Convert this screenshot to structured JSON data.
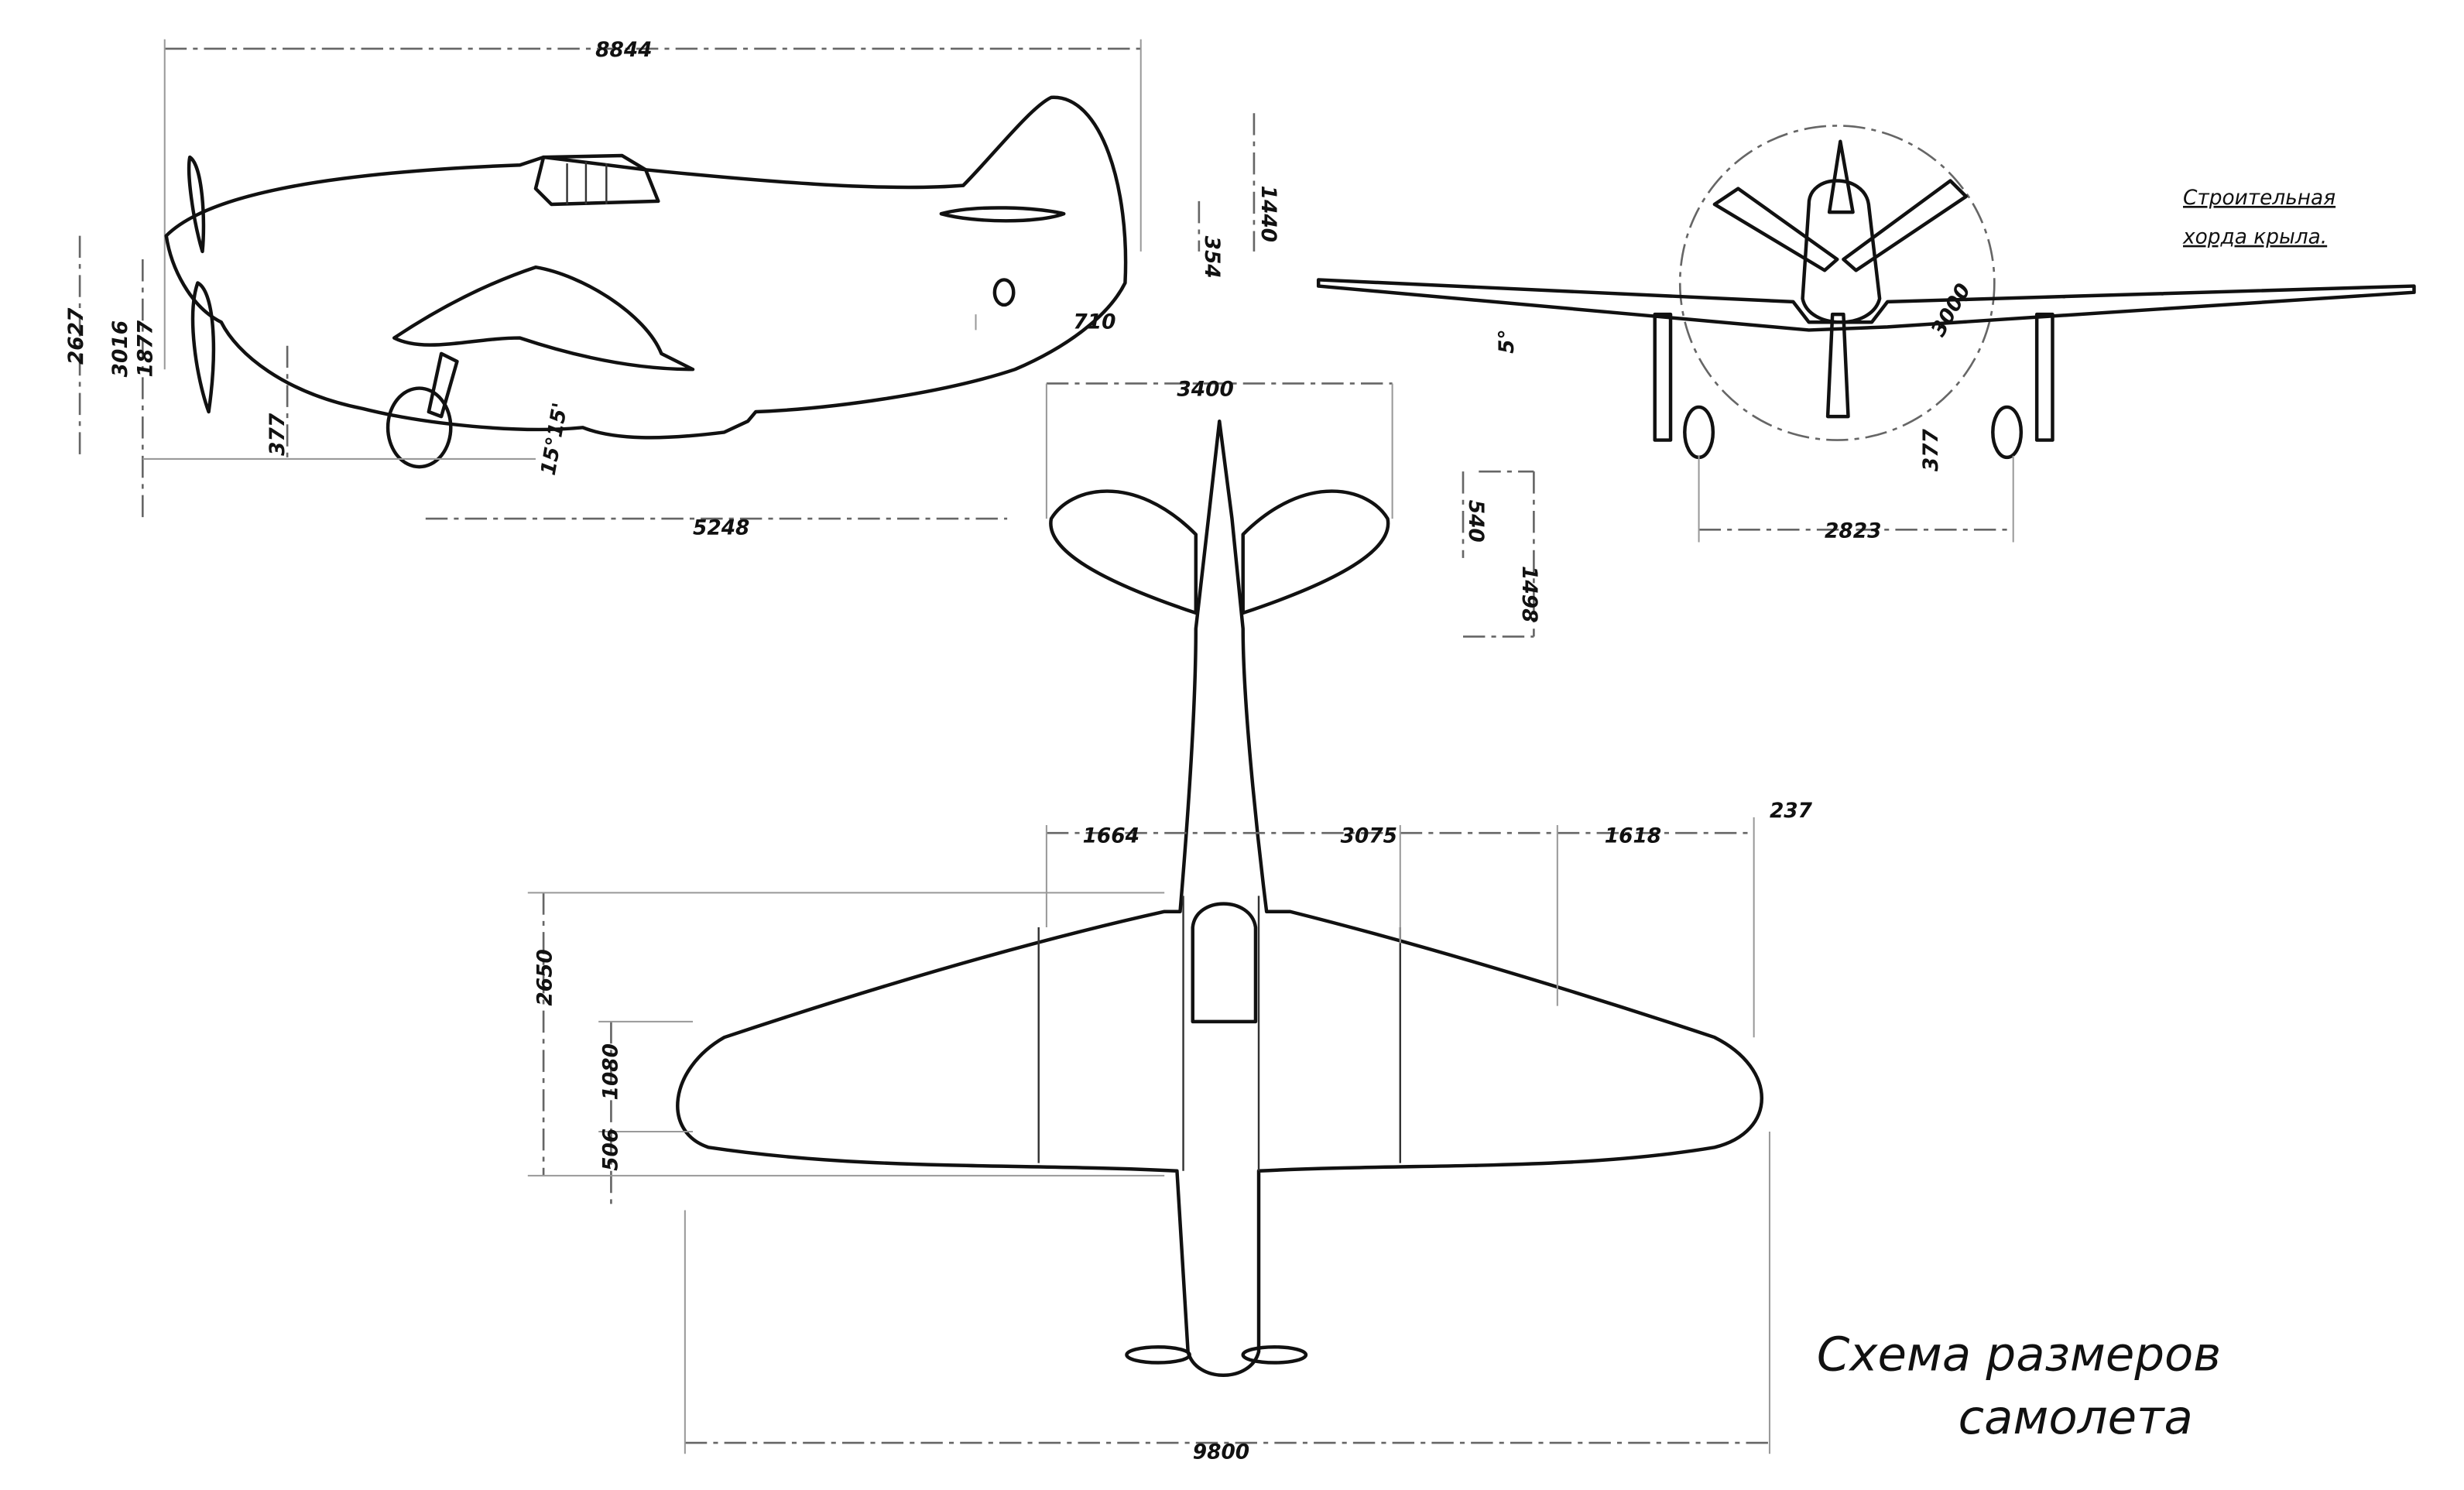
{
  "title_line1": "Схема размеров",
  "title_line2": "самолета",
  "side_view": {
    "length": "8844",
    "tail_height": "1440",
    "stab_offset": "354",
    "tailwheel_offset": "710",
    "height_total": "2627",
    "prop_diameter": "3016",
    "prop_axis_height": "1877",
    "wheel_dim": "377",
    "gear_to_cg": "5248",
    "angle": "15°15'"
  },
  "front_view": {
    "prop_disc": "3000",
    "dihedral": "5°",
    "track": "2823",
    "wheel_dim": "377",
    "note_line1": "Строительная",
    "note_line2": "хорда крыла."
  },
  "top_view": {
    "stab_span": "3400",
    "stab_root_offset": "540",
    "stab_chord": "1498",
    "left_panel": "1664",
    "center_section": "3075",
    "right_panel": "1618",
    "tip_offset": "237",
    "root_chord": "2650",
    "tip_chord": "1080",
    "tip_offset_le": "506",
    "wingspan": "9800"
  }
}
